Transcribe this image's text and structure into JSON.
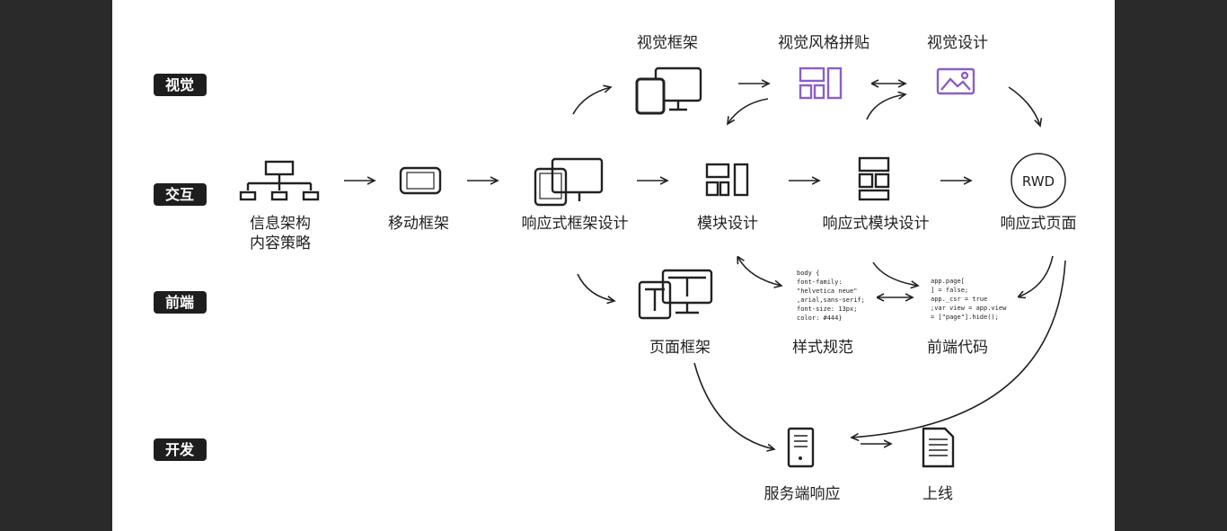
{
  "rows": {
    "visual": "视觉",
    "interaction": "交互",
    "frontend": "前端",
    "dev": "开发"
  },
  "nodes": {
    "visual_frame": "视觉框架",
    "style_collage": "视觉风格拼贴",
    "visual_design": "视觉设计",
    "info_arch_1": "信息架构",
    "info_arch_2": "内容策略",
    "mobile_frame": "移动框架",
    "responsive_frame": "响应式框架设计",
    "module_design": "模块设计",
    "responsive_module": "响应式模块设计",
    "rwd_circle": "RWD",
    "responsive_page": "响应式页面",
    "page_frame": "页面框架",
    "style_guide": "样式规范",
    "frontend_code": "前端代码",
    "server_response": "服务端响应",
    "launch": "上线"
  },
  "code_css": [
    "body {",
    "font-family:",
    "\"helvetica neue\"",
    ",arial,sans-serif;",
    "font-size: 13px;",
    "color: #444}"
  ],
  "code_js": [
    "app.page[",
    "] = false;",
    "app._csr = true",
    ";var view = app.view",
    " = [\"page\"].hide();"
  ],
  "colors": {
    "accent": "#8a5fc8",
    "tag": "#1e1e1e"
  }
}
